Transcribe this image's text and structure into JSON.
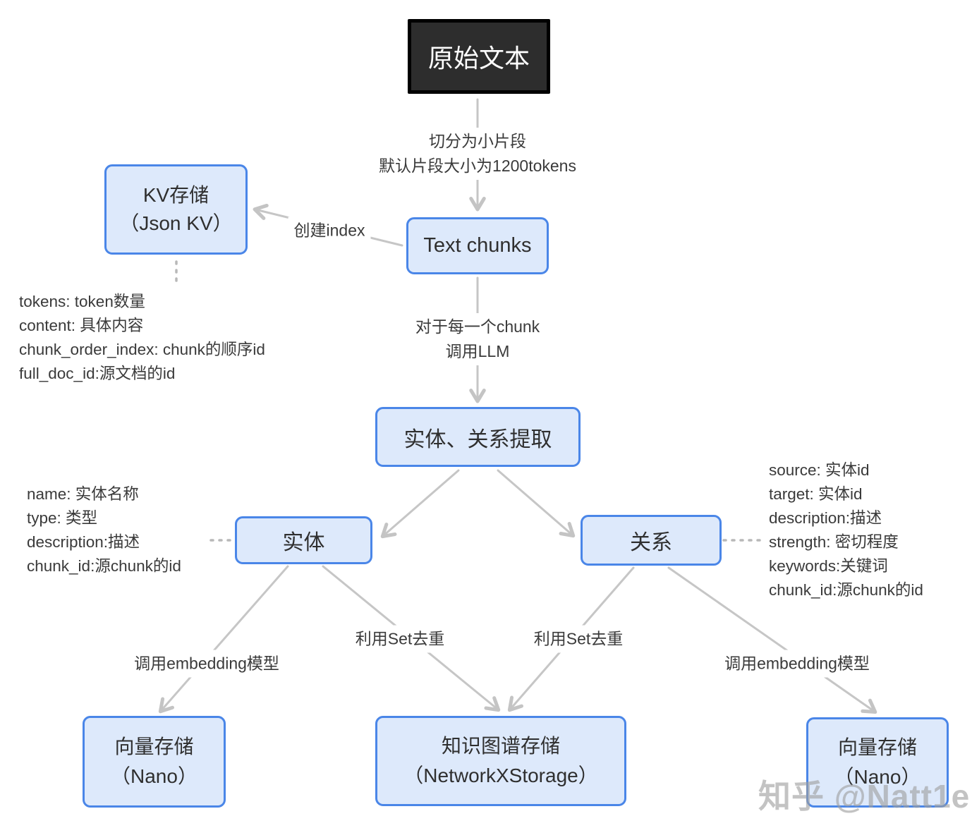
{
  "diagram": {
    "nodes": {
      "source_text": {
        "label": "原始文本"
      },
      "kv_store": {
        "line1": "KV存储",
        "line2": "（Json KV）"
      },
      "text_chunks": {
        "label": "Text chunks"
      },
      "extraction": {
        "label": "实体、关系提取"
      },
      "entity": {
        "label": "实体"
      },
      "relation": {
        "label": "关系"
      },
      "vector_store_left": {
        "line1": "向量存储",
        "line2": "（Nano）"
      },
      "kg_store": {
        "line1": "知识图谱存储",
        "line2": "（NetworkXStorage）"
      },
      "vector_store_right": {
        "line1": "向量存储",
        "line2": "（Nano）"
      }
    },
    "edge_labels": {
      "split": {
        "line1": "切分为小片段",
        "line2": "默认片段大小为1200tokens"
      },
      "create_index": "创建index",
      "per_chunk": {
        "line1": "对于每一个chunk",
        "line2": "调用LLM"
      },
      "embed_left": "调用embedding模型",
      "set_left": "利用Set去重",
      "set_right": "利用Set去重",
      "embed_right": "调用embedding模型"
    },
    "annotations": {
      "kv_fields": {
        "0": "tokens: token数量",
        "1": "content: 具体内容",
        "2": "chunk_order_index: chunk的顺序id",
        "3": "full_doc_id:源文档的id"
      },
      "entity_fields": {
        "0": "name: 实体名称",
        "1": "type: 类型",
        "2": "description:描述",
        "3": "chunk_id:源chunk的id"
      },
      "relation_fields": {
        "0": "source: 实体id",
        "1": "target: 实体id",
        "2": "description:描述",
        "3": "strength: 密切程度",
        "4": "keywords:关键词",
        "5": "chunk_id:源chunk的id"
      }
    },
    "watermark": "知乎 @Natt1e",
    "colors": {
      "node_fill": "#dde9fb",
      "node_border": "#4a86e8",
      "dark_node_fill": "#2d2d2d",
      "arrow": "#c4c4c4",
      "text": "#3a3a3a",
      "watermark": "#9e9e9e"
    }
  }
}
